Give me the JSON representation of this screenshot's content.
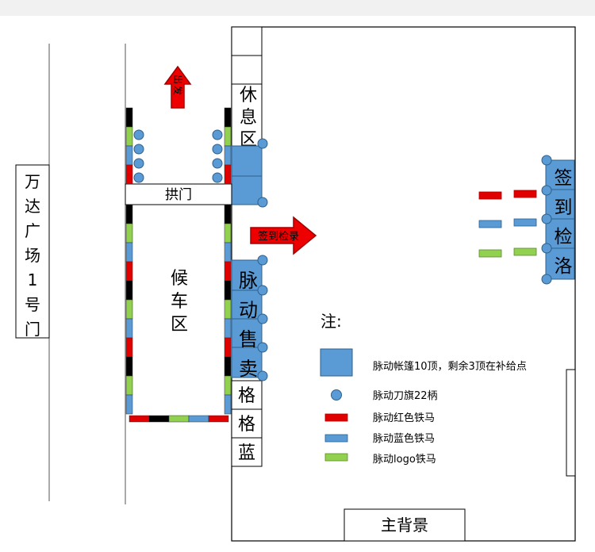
{
  "gate_label": "万达广场1号门",
  "exit_arrow": "出发",
  "checkin_arrow": "签到检录",
  "arch": "拱门",
  "rest_area": "休息区",
  "waiting_area": "候车区",
  "sales": "脉动售卖",
  "booth_cells": [
    "格",
    "格",
    "蓝"
  ],
  "checkin_booth": "签到检洛",
  "main_backdrop": "主背景",
  "legend": {
    "title": "注:",
    "items": [
      {
        "icon": "blue-square",
        "text": "脉动帐篷10顶，剩余3顶在补给点"
      },
      {
        "icon": "blue-circle",
        "text": "脉动刀旗22柄"
      },
      {
        "icon": "red-bar",
        "text": "脉动红色铁马"
      },
      {
        "icon": "blue-bar",
        "text": "脉动蓝色铁马"
      },
      {
        "icon": "green-bar",
        "text": "脉动logo铁马"
      }
    ]
  },
  "colors": {
    "tent_blue": "#5b9bd5",
    "barrier_red": "#e00000",
    "barrier_blue": "#5b9bd5",
    "barrier_green": "#92d050",
    "barrier_black": "#000000",
    "arrow_red": "#ee0000"
  }
}
